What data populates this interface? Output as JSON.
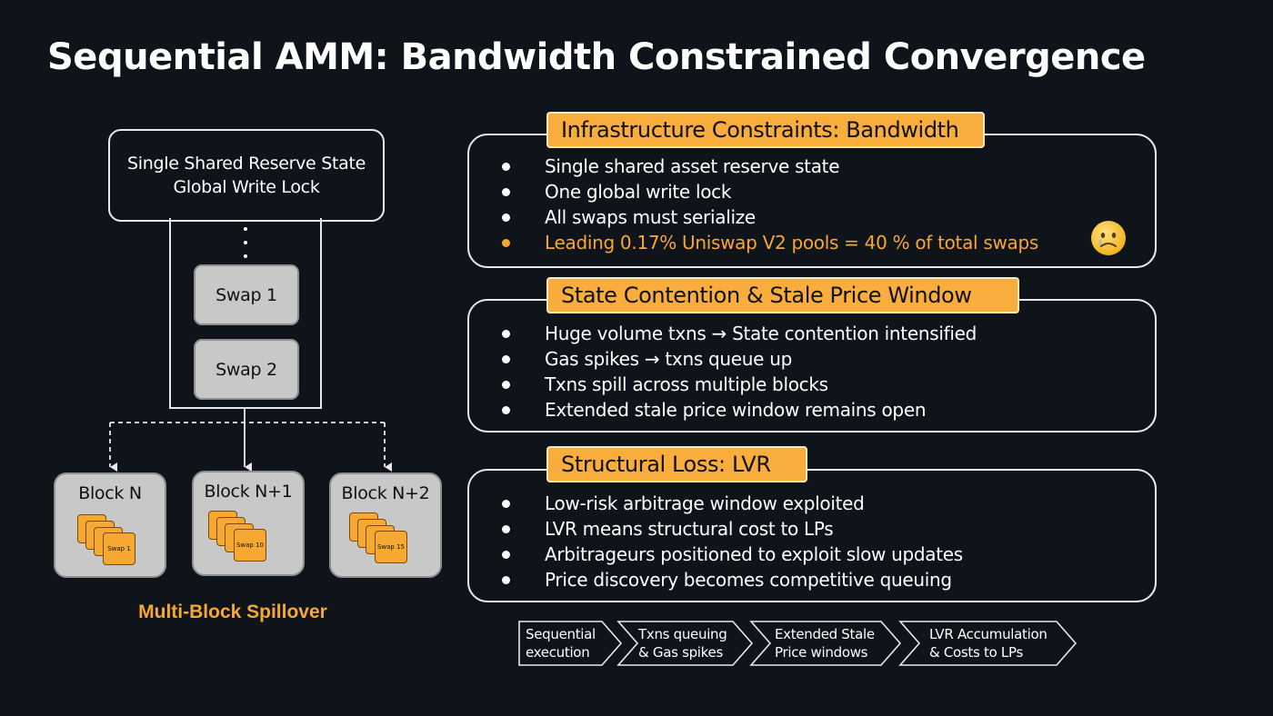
{
  "title": "Sequential AMM: Bandwidth Constrained Convergence",
  "diagram": {
    "reserve": {
      "line1": "Single Shared Reserve State",
      "line2": "Global Write Lock"
    },
    "swaps": [
      "Swap 1",
      "Swap 2"
    ],
    "blocks": [
      {
        "label": "Block N",
        "front_card": "Swap 1"
      },
      {
        "label": "Block N+1",
        "front_card": "Swap 10"
      },
      {
        "label": "Block N+2",
        "front_card": "Swap 15"
      }
    ],
    "caption": "Multi-Block Spillover",
    "accent_color": "#f7a832"
  },
  "panels": [
    {
      "heading": "Infrastructure Constraints: Bandwidth",
      "bullets": [
        "Single shared asset reserve state",
        "One global write lock",
        "All swaps must serialize",
        "Leading 0.17% Uniswap V2 pools = 40 % of total swaps"
      ],
      "emoji": "sad-face-emoji"
    },
    {
      "heading": "State Contention & Stale Price Window",
      "bullets": [
        "Huge volume txns → State contention intensified",
        "Gas spikes → txns queue up",
        "Txns spill across multiple blocks",
        "Extended stale price window remains open"
      ]
    },
    {
      "heading": "Structural Loss: LVR",
      "bullets": [
        "Low-risk arbitrage window exploited",
        "LVR means structural cost to LPs",
        "Arbitrageurs positioned to exploit slow updates",
        "Price discovery becomes competitive queuing"
      ]
    }
  ],
  "flow": [
    {
      "line1": "Sequential",
      "line2": "execution"
    },
    {
      "line1": "Txns queuing",
      "line2": "& Gas spikes"
    },
    {
      "line1": "Extended Stale",
      "line2": "Price windows"
    },
    {
      "line1": "LVR Accumulation",
      "line2": "& Costs to LPs"
    }
  ]
}
